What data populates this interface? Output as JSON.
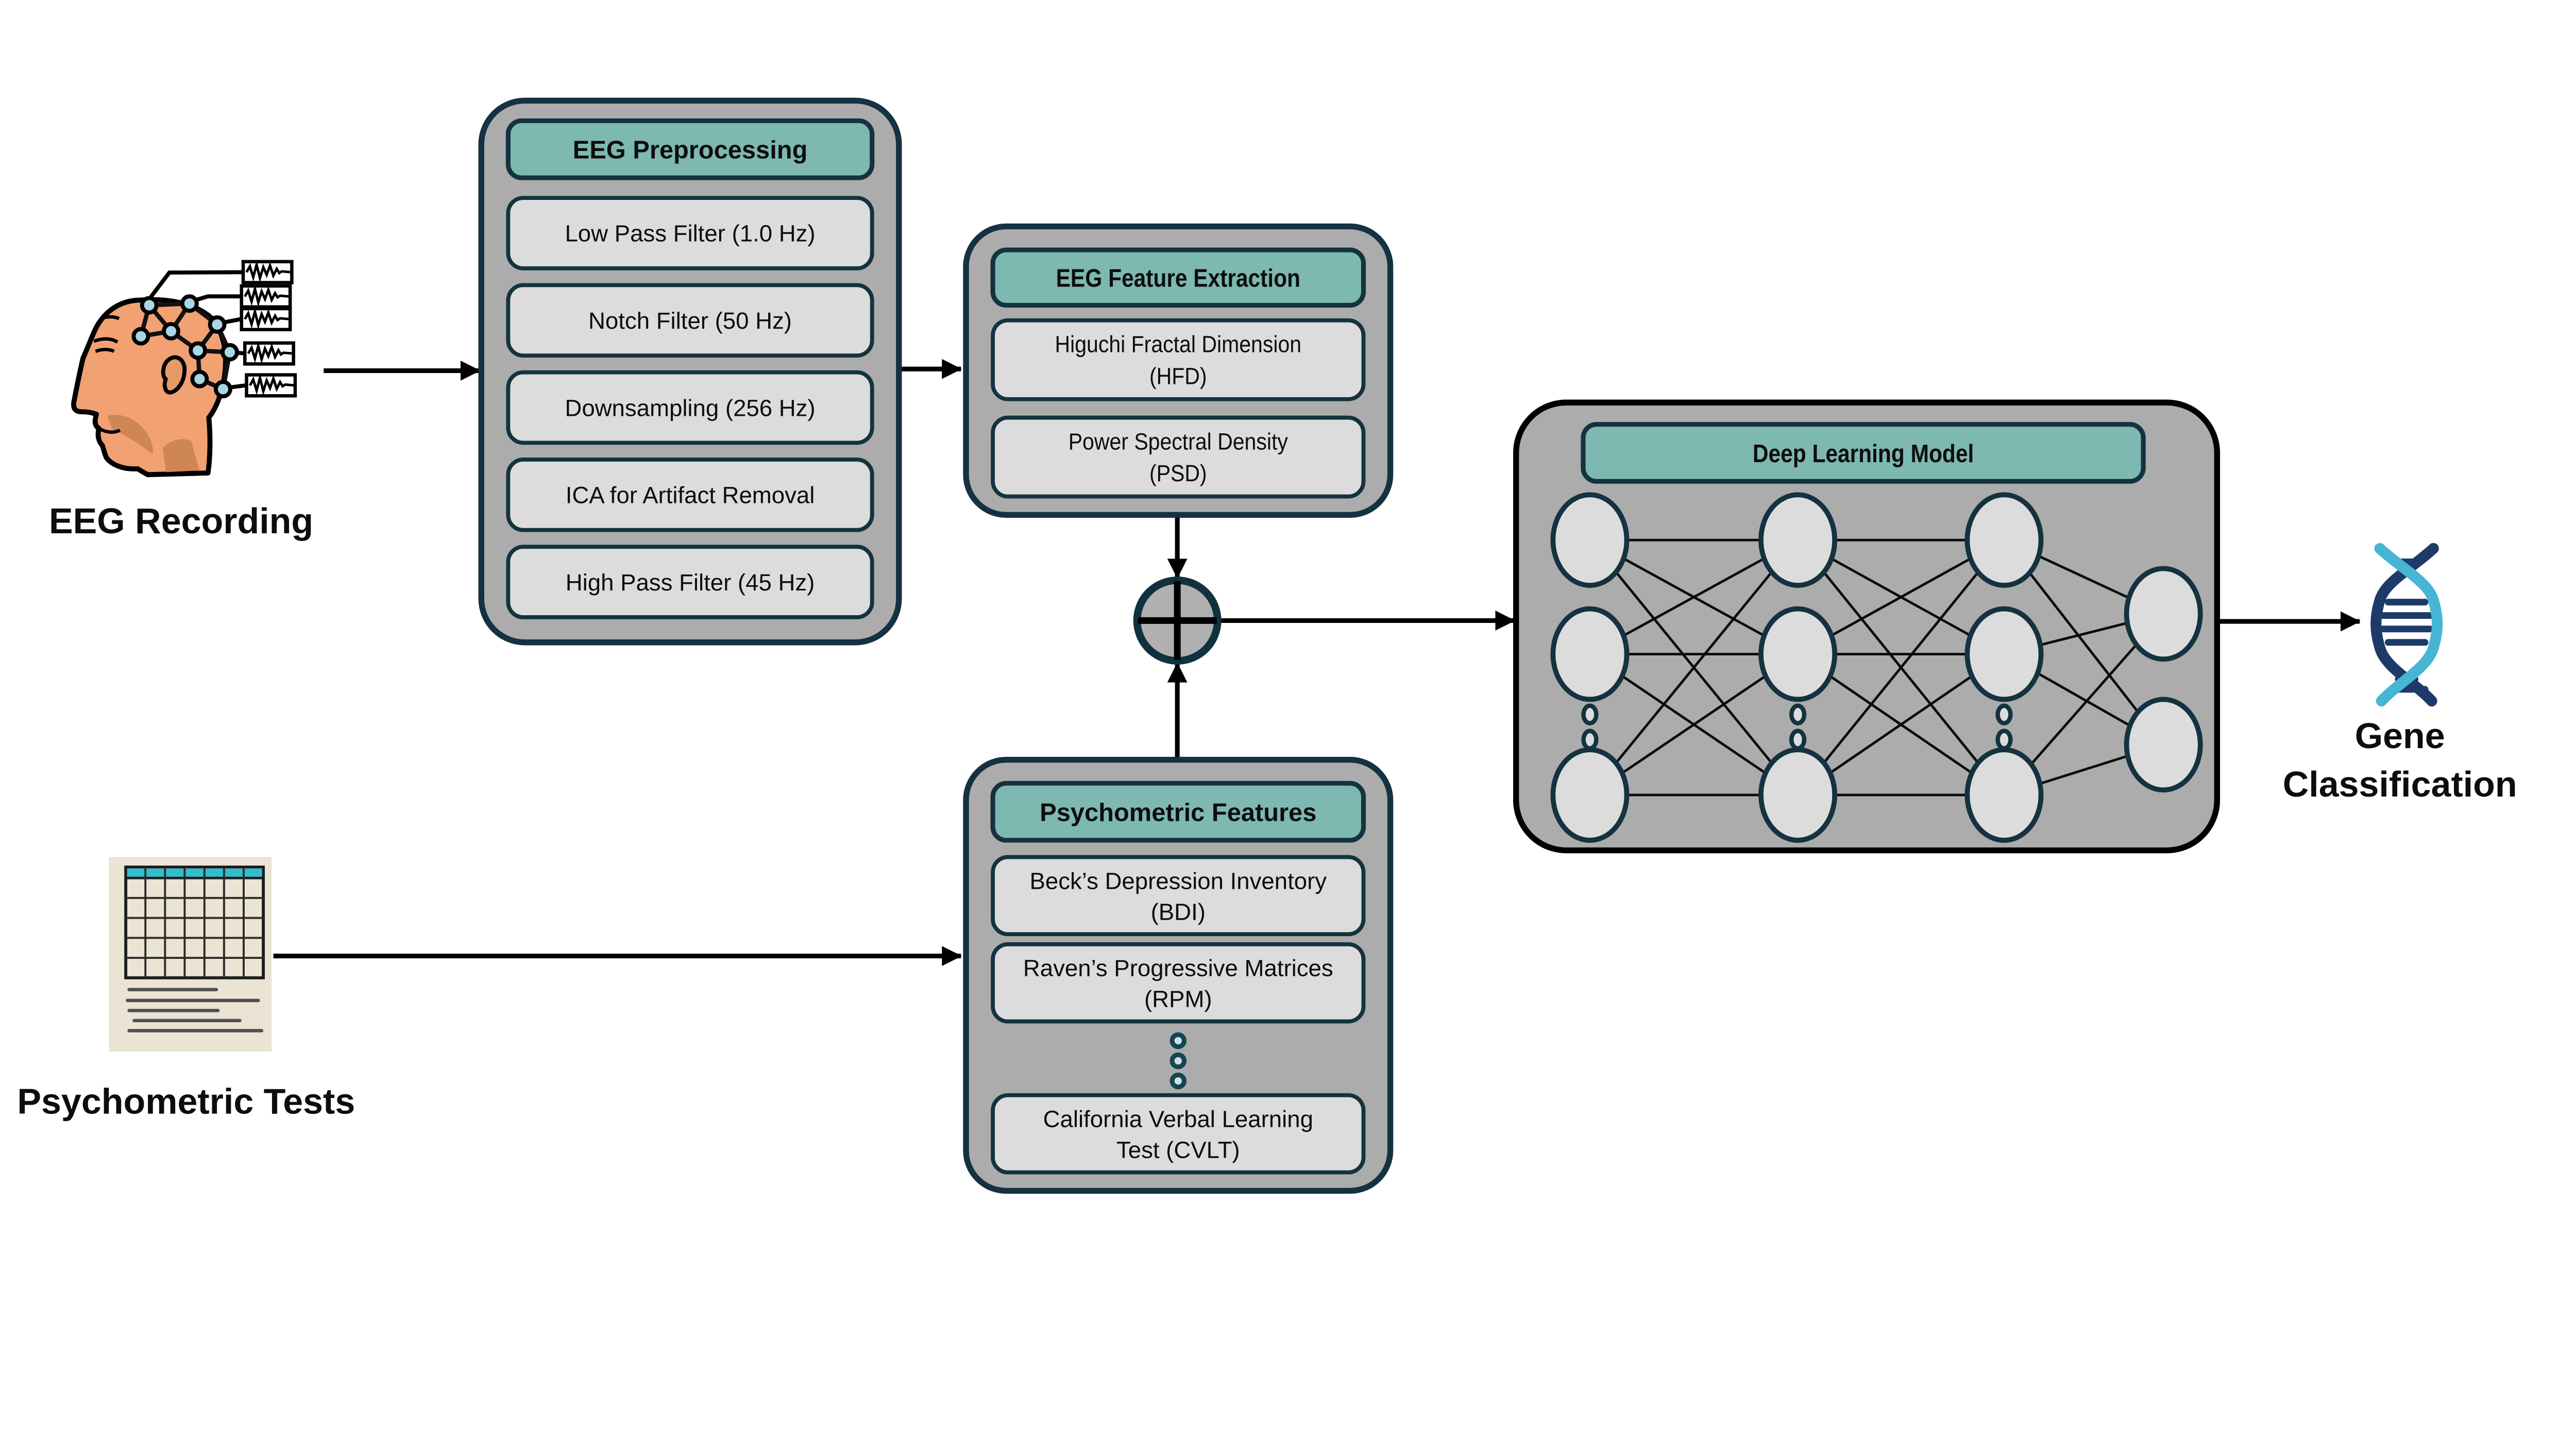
{
  "labels": {
    "eeg_recording": "EEG Recording",
    "psychometric_tests": "Psychometric Tests",
    "gene_line1": "Gene",
    "gene_line2": "Classification"
  },
  "boxes": {
    "eeg_preprocessing": {
      "title": "EEG Preprocessing",
      "items": [
        "Low Pass Filter (1.0 Hz)",
        "Notch Filter (50 Hz)",
        "Downsampling (256 Hz)",
        "ICA for Artifact Removal",
        "High Pass Filter (45 Hz)"
      ]
    },
    "eeg_feature_extraction": {
      "title": "EEG Feature Extraction",
      "items": [
        {
          "line1": "Higuchi Fractal Dimension",
          "line2": "(HFD)"
        },
        {
          "line1": "Power Spectral Density",
          "line2": "(PSD)"
        }
      ]
    },
    "psychometric_features": {
      "title": "Psychometric Features",
      "items": [
        {
          "line1": "Beck’s Depression Inventory",
          "line2": "(BDI)"
        },
        {
          "line1": "Raven’s Progressive Matrices",
          "line2": "(RPM)"
        },
        {
          "line1": "California Verbal Learning",
          "line2": "Test (CVLT)"
        }
      ]
    },
    "deep_learning_model": {
      "title": "Deep Learning Model"
    }
  },
  "icons": {
    "eeg_head": "head-with-eeg-electrodes-icon",
    "signal_traces": "eeg-signal-trace-icon",
    "psychometric_document": "test-answer-sheet-icon",
    "merge": "merge-plus-icon",
    "neural_network": "neural-network-icon",
    "dna": "dna-double-helix-icon"
  },
  "colors": {
    "header_teal": "#7db8b1",
    "panel_gray": "#acacac",
    "item_gray": "#dcdcdc",
    "outline_dark_teal": "#14323f",
    "dlm_outline_black": "#000000",
    "connector_black": "#000000",
    "dna_dark_blue": "#1e3a69",
    "dna_light_blue": "#47b6d4",
    "skin_orange": "#f2a173",
    "skin_shadow": "#cf8657",
    "electrode_blue": "#a9d6e5",
    "paper_beige": "#ebe3d3",
    "table_header_teal": "#35bccb"
  }
}
